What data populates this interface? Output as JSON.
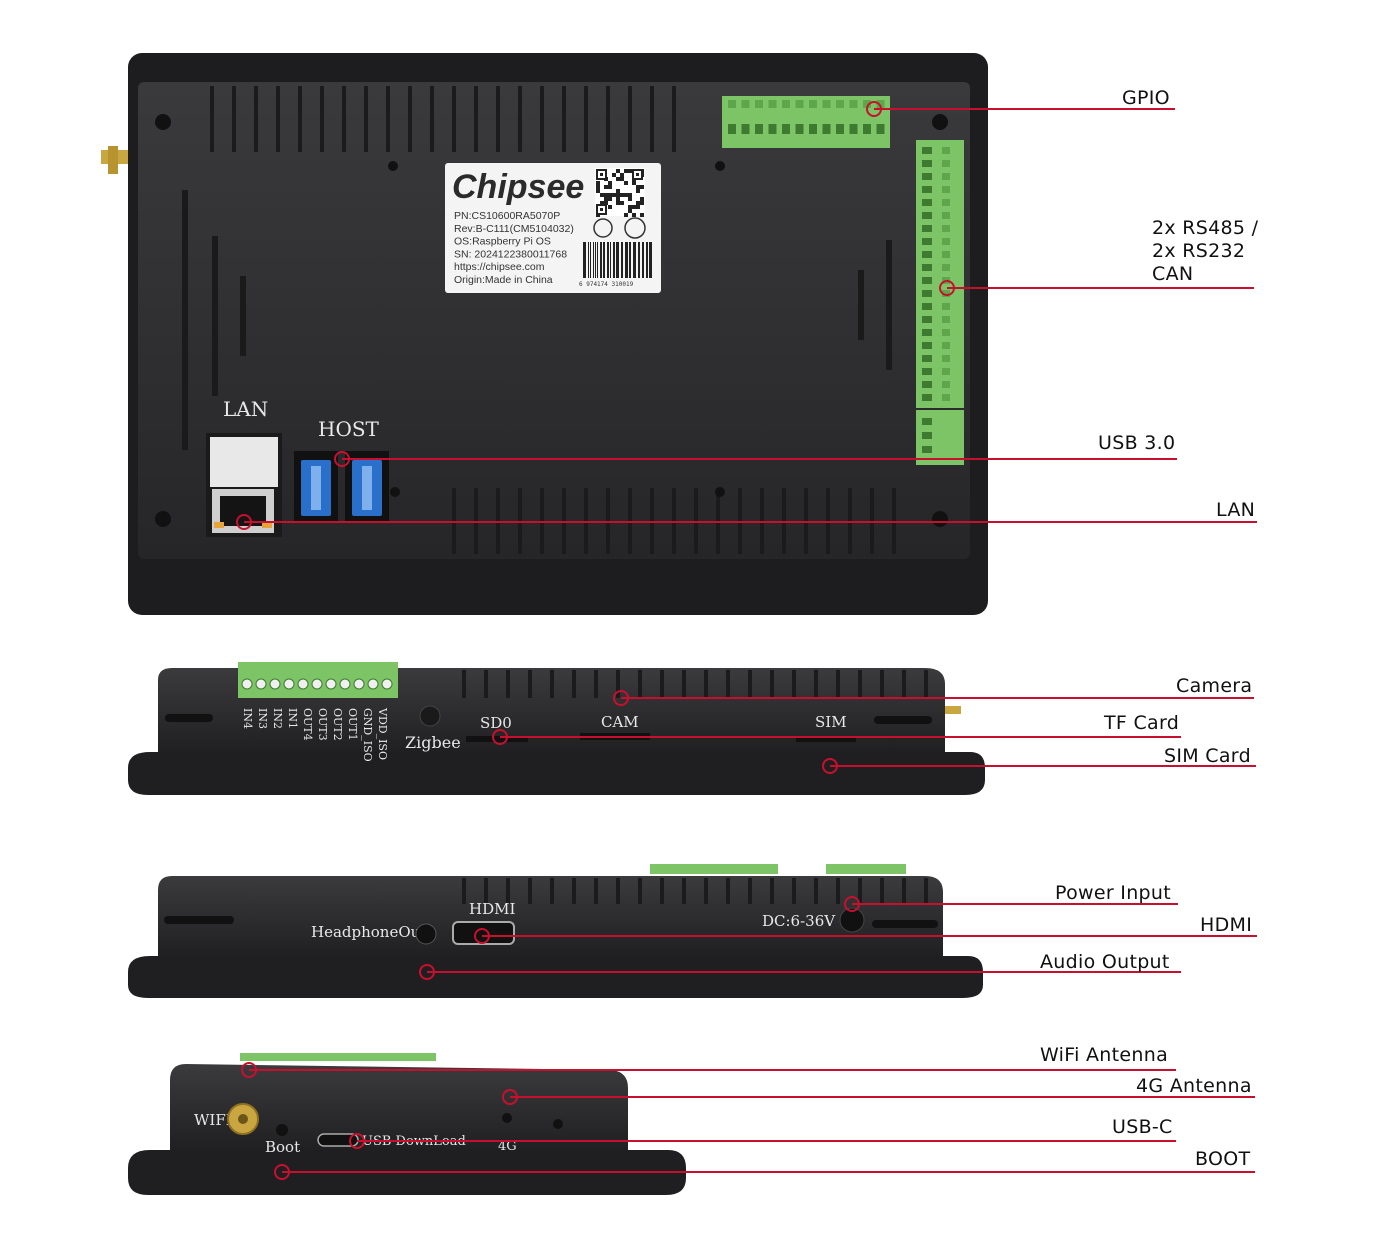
{
  "diagram": {
    "callouts": [
      {
        "id": "gpio",
        "label": "GPIO"
      },
      {
        "id": "serial",
        "lines": [
          "2x RS485 /",
          "2x RS232",
          "CAN"
        ]
      },
      {
        "id": "usb3",
        "label": "USB 3.0"
      },
      {
        "id": "lan",
        "label": "LAN"
      },
      {
        "id": "camera",
        "label": "Camera"
      },
      {
        "id": "tfcard",
        "label": "TF Card"
      },
      {
        "id": "simcard",
        "label": "SIM Card"
      },
      {
        "id": "power",
        "label": "Power Input"
      },
      {
        "id": "hdmi",
        "label": "HDMI"
      },
      {
        "id": "audio",
        "label": "Audio Output"
      },
      {
        "id": "wifi",
        "label": "WiFi Antenna"
      },
      {
        "id": "antenna4g",
        "label": "4G Antenna"
      },
      {
        "id": "usbc",
        "label": "USB-C"
      },
      {
        "id": "boot",
        "label": "BOOT"
      }
    ],
    "device_label": {
      "brand": "Chipsee",
      "lines": [
        "PN:CS10600RA5070P",
        "Rev:B-C111(CM5104032)",
        "OS:Raspberry Pi OS",
        "SN: 2024122380011768",
        "https://chipsee.com",
        "Origin:Made in China"
      ],
      "barcode_number": "6 974174 310019"
    },
    "silkscreen": {
      "lan": "LAN",
      "host": "HOST",
      "io_pins": [
        "IN4",
        "IN3",
        "IN2",
        "IN1",
        "OUT4",
        "OUT3",
        "OUT2",
        "OUT1",
        "GND_ISO",
        "VDD_ISO"
      ],
      "zigbee": "Zigbee",
      "sd0": "SD0",
      "cam": "CAM",
      "sim": "SIM",
      "headphone": "HeadphoneOut",
      "hdmi": "HDMI",
      "dc": "DC:6-36V",
      "wifi": "WIFI",
      "boot": "Boot",
      "usb_download": "USB DownLoad",
      "fourg": "4G"
    },
    "colors": {
      "accent_line": "#c8102e",
      "body": "#2a2a2c",
      "terminal": "#7cc466",
      "usb_blue": "#2a6fc9"
    }
  }
}
